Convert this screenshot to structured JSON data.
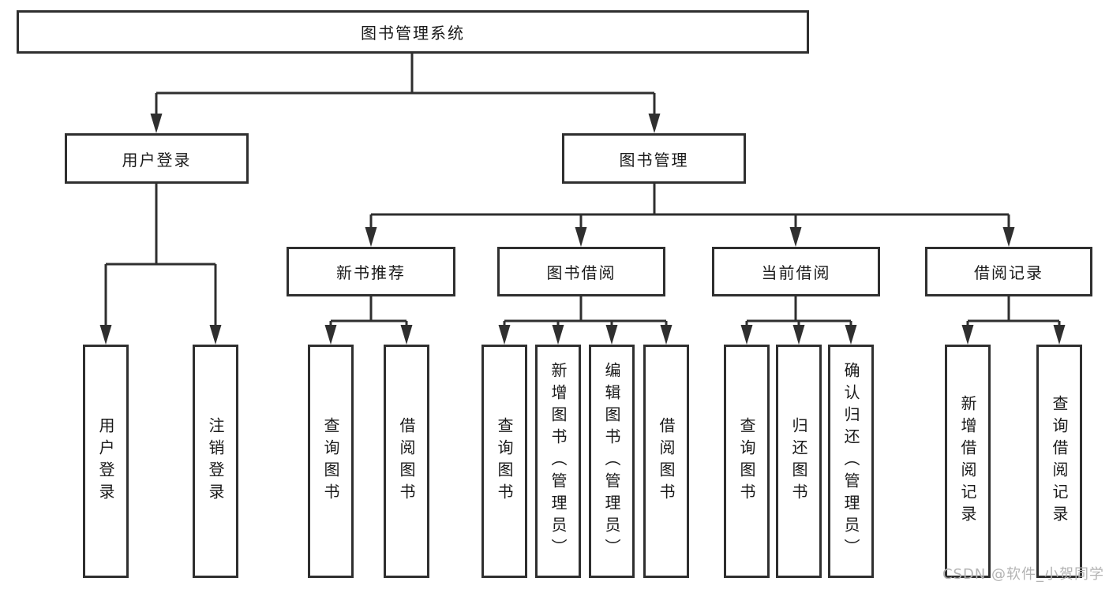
{
  "tree": {
    "root": {
      "label": "图书管理系统"
    },
    "branches": [
      {
        "label": "用户登录",
        "children": [
          {
            "label": "用户登录"
          },
          {
            "label": "注销登录"
          }
        ]
      },
      {
        "label": "图书管理",
        "children": [
          {
            "label": "新书推荐",
            "children": [
              {
                "label": "查询图书"
              },
              {
                "label": "借阅图书"
              }
            ]
          },
          {
            "label": "图书借阅",
            "children": [
              {
                "label": "查询图书"
              },
              {
                "label": "新增图书（管理员）"
              },
              {
                "label": "编辑图书（管理员）"
              },
              {
                "label": "借阅图书"
              }
            ]
          },
          {
            "label": "当前借阅",
            "children": [
              {
                "label": "查询图书"
              },
              {
                "label": "归还图书"
              },
              {
                "label": "确认归还（管理员）"
              }
            ]
          },
          {
            "label": "借阅记录",
            "children": [
              {
                "label": "新增借阅记录"
              },
              {
                "label": "查询借阅记录"
              }
            ]
          }
        ]
      }
    ]
  },
  "watermark": "CSDN @软件_小贺同学",
  "colors": {
    "line": "#2f2f2f",
    "text": "#1a1a1a",
    "background": "#ffffff",
    "watermark": "#b3b3b3"
  }
}
